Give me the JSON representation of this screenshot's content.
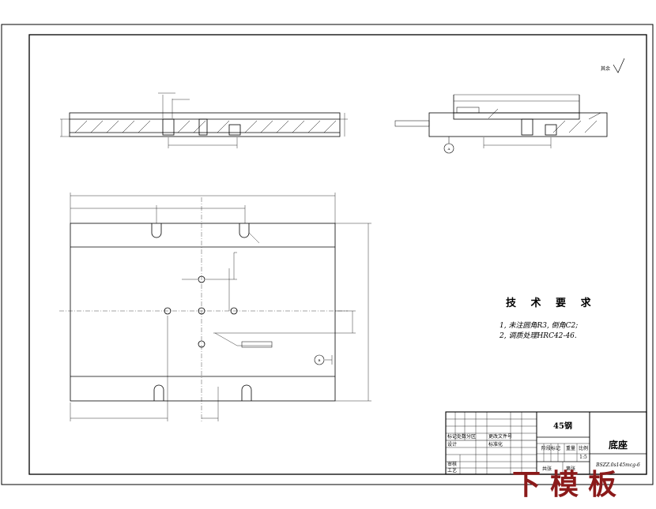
{
  "tech_requirements": {
    "title": "技 术 要 求",
    "items": [
      "1, 未注圆角R3, 倒角C2;",
      "2, 调质处理HRC42-46."
    ]
  },
  "roughness_note": "其余",
  "datum_labels": [
    "A",
    "B"
  ],
  "title_block": {
    "material": "45钢",
    "part_name": "底座",
    "drawing_no": "BSZZ.0s145mcg-6",
    "scale": "1:5",
    "headers": [
      "阶段标记",
      "重量",
      "比例"
    ],
    "rows": [
      "标记",
      "设计",
      "审核",
      "工艺"
    ],
    "labels": [
      "标记处数分区",
      "更改文件号",
      "标准化",
      "共张",
      "第张"
    ]
  },
  "watermark": "下模板"
}
